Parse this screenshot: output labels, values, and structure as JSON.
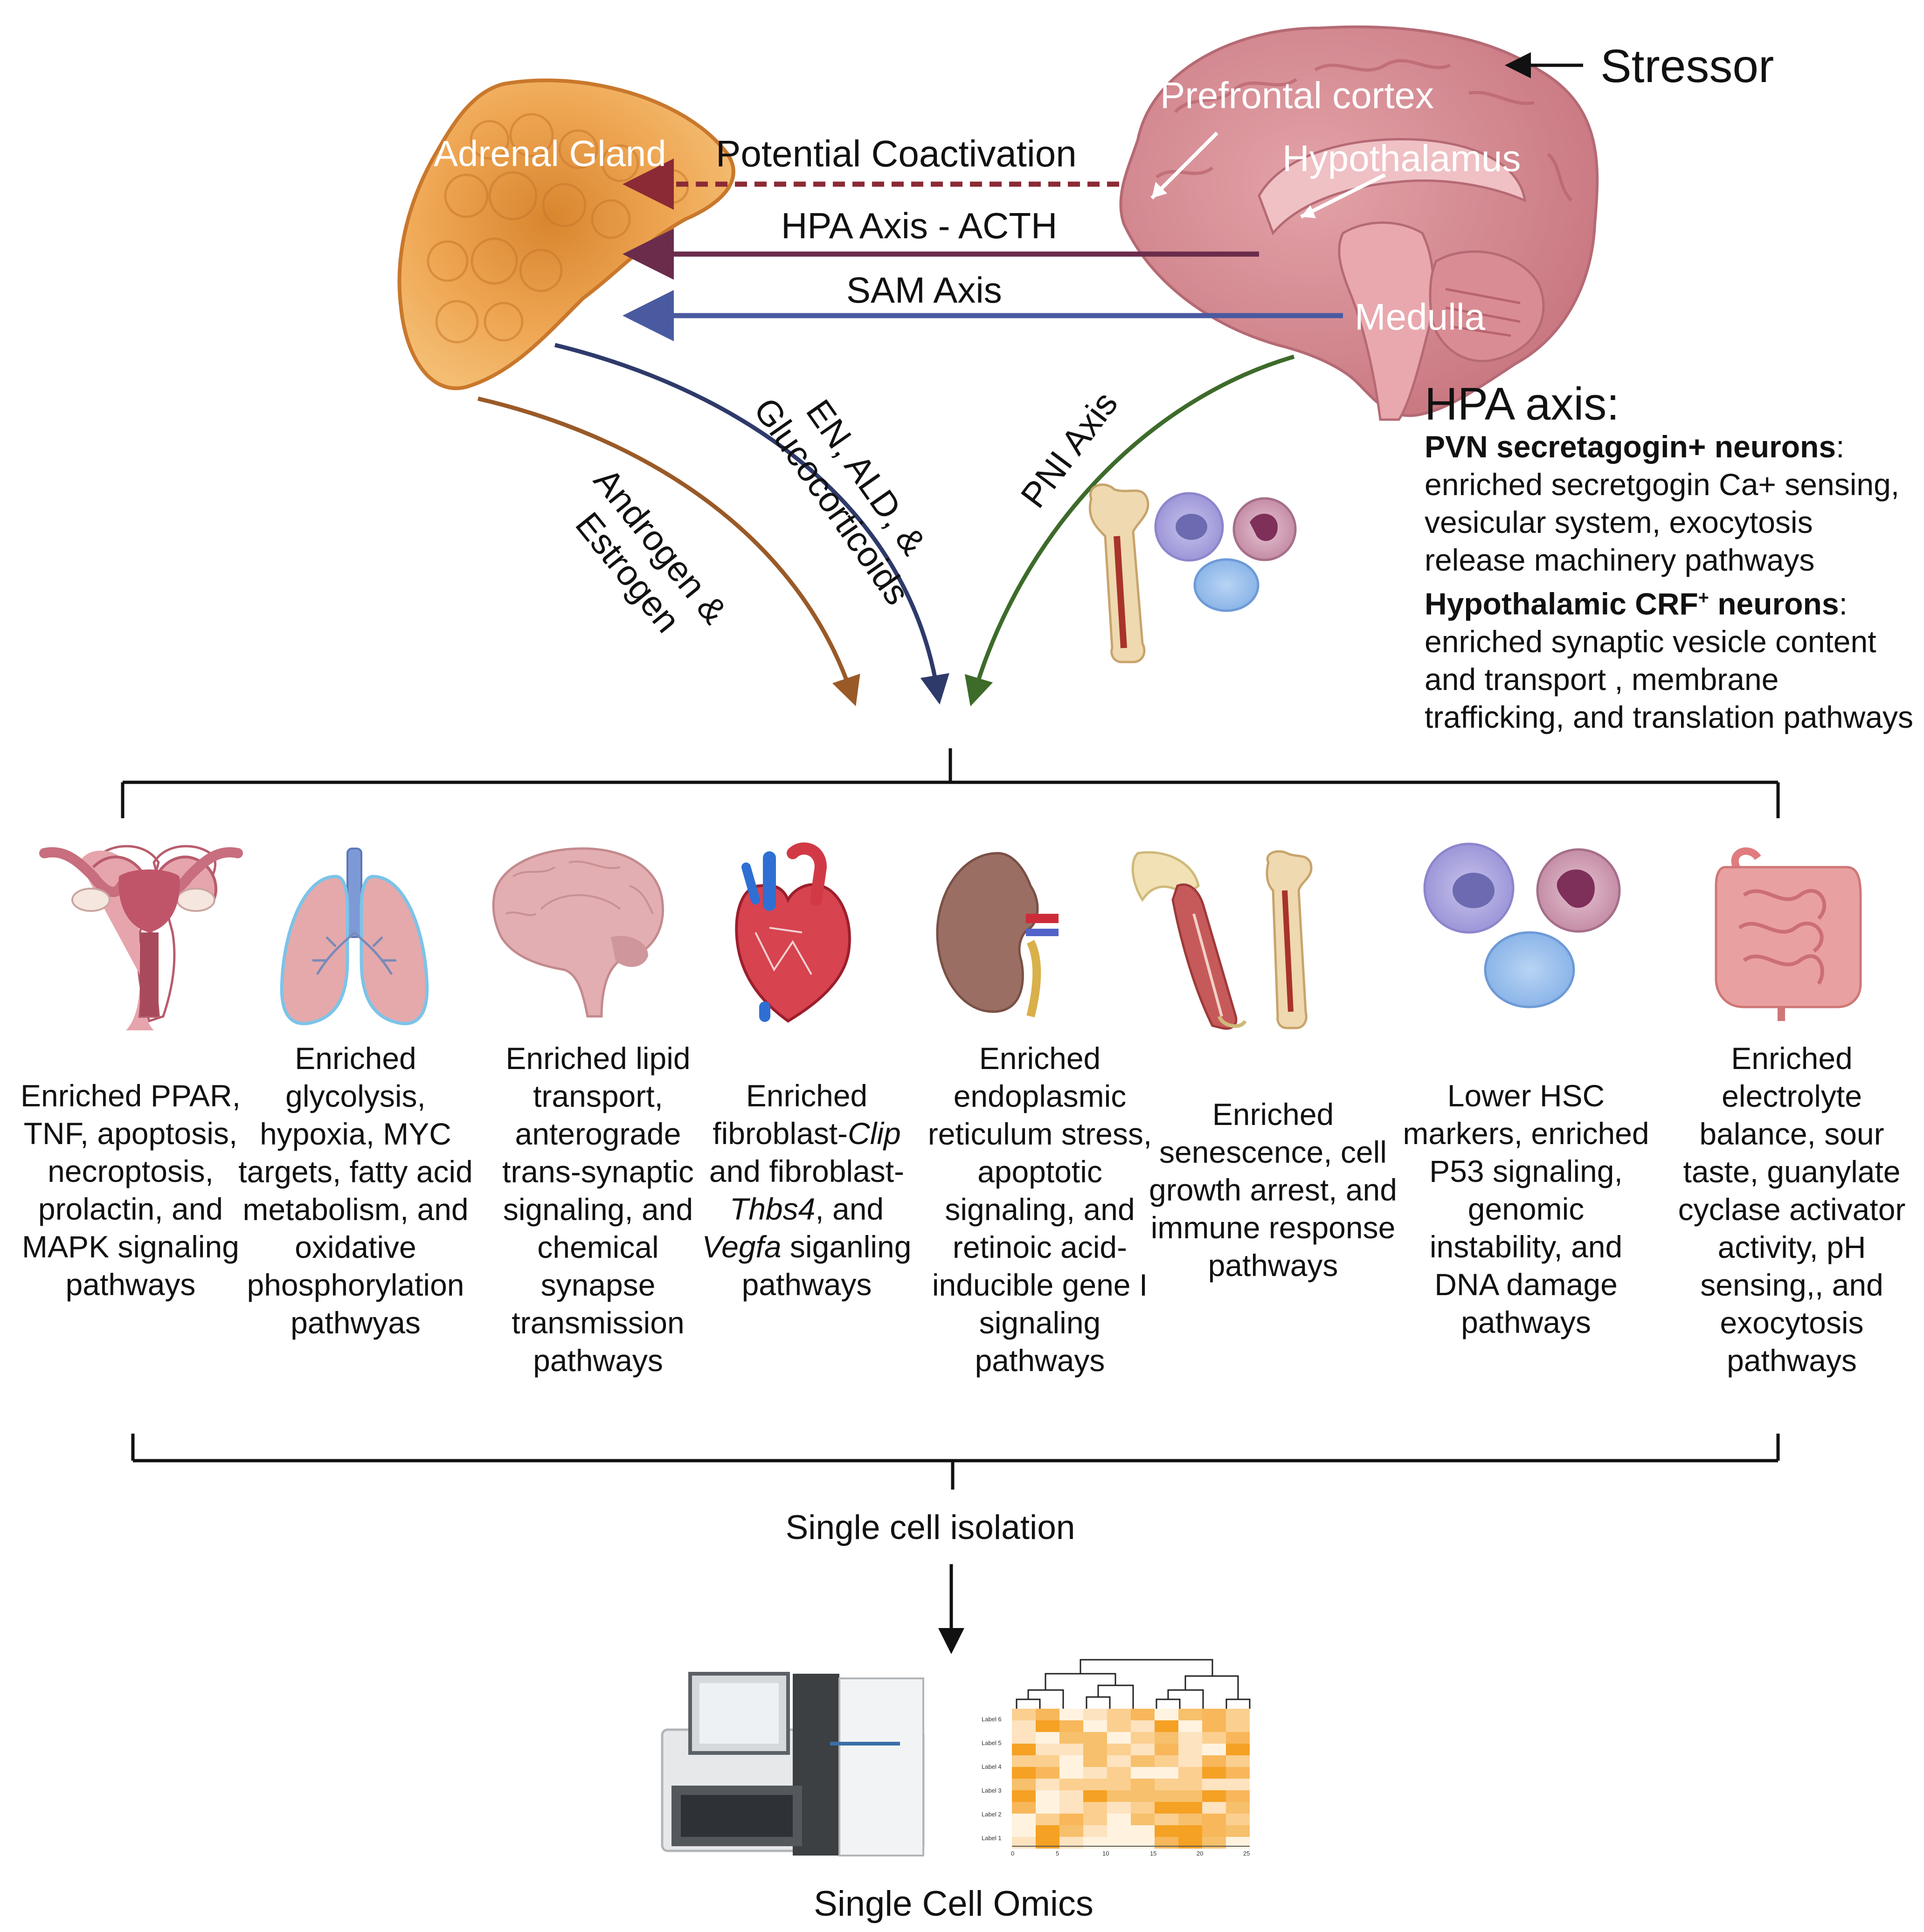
{
  "top": {
    "stressor": "Stressor",
    "adrenal_gland": "Adrenal Gland",
    "prefrontal_cortex": "Prefrontal cortex",
    "hypothalamus": "Hypothalamus",
    "medulla": "Medulla",
    "potential_coactivation": "Potential Coactivation",
    "hpa_acth": "HPA Axis - ACTH",
    "sam_axis": "SAM Axis",
    "androgen_estrogen": "Androgen &\nEstrogen",
    "en_ald": "EN, ALD, &\nGlucocorticoids",
    "pni_axis": "PNI Axis"
  },
  "hpa_panel": {
    "title": "HPA axis:",
    "pvn_heading": "PVN secretagogin+ neurons",
    "pvn_text": "enriched secretgogin Ca+ sensing, vesicular system, exocytosis release machinery pathways",
    "crf_heading_main": "Hypothalamic CRF",
    "crf_heading_sup": "+",
    "crf_heading_rest": " neurons",
    "crf_text": "enriched synaptic vesicle content and transport , membrane trafficking, and translation pathways"
  },
  "organs": [
    {
      "icon": "uterus-icon",
      "text": "Enriched PPAR, TNF, apoptosis, necroptosis, prolactin, and MAPK signaling pathways"
    },
    {
      "icon": "lungs-icon",
      "text": "Enriched glycolysis, hypoxia, MYC targets, fatty acid metabolism, and oxidative phosphorylation pathwyas"
    },
    {
      "icon": "brain-icon",
      "text": "Enriched lipid transport, anterograde trans-synaptic signaling, and chemical synapse transmission pathways"
    },
    {
      "icon": "heart-icon",
      "text_parts": [
        "Enriched fibroblast-",
        "Clip",
        " and fibroblast-",
        "Thbs4",
        ", and ",
        "Vegfa",
        " siganling pathways"
      ]
    },
    {
      "icon": "kidney-icon",
      "text": "Enriched endoplasmic reticulum stress, apoptotic signaling, and retinoic acid-inducible gene I signaling pathways"
    },
    {
      "icon": "muscle-bone-icon",
      "text": "Enriched senescence, cell growth arrest, and immune response pathways"
    },
    {
      "icon": "blood-cells-icon",
      "text": "Lower HSC markers, enriched P53 signaling, genomic instability, and DNA damage pathways"
    },
    {
      "icon": "intestine-icon",
      "text": "Enriched electrolyte balance, sour taste, guanylate cyclase activator activity, pH sensing,, and exocytosis pathways"
    }
  ],
  "bottom": {
    "single_cell_isolation": "Single cell isolation",
    "single_cell_omics": "Single Cell Omics",
    "heatmap_row_labels": [
      "Label 6",
      "Label 5",
      "Label 4",
      "Label 3",
      "Label 2",
      "Label 1"
    ],
    "heatmap_x_ticks": [
      "0",
      "5",
      "10",
      "15",
      "20",
      "25"
    ]
  },
  "colors": {
    "potential_coactivation_arrow": "#8b2a35",
    "hpa_arrow": "#6b2c4c",
    "sam_arrow": "#4a5aa0",
    "androgen_arrow": "#9a5a28",
    "en_arrow": "#2e3a6a",
    "pni_arrow": "#3d6b2a",
    "adrenal": "#e9a24a",
    "brain": "#d08a92"
  }
}
